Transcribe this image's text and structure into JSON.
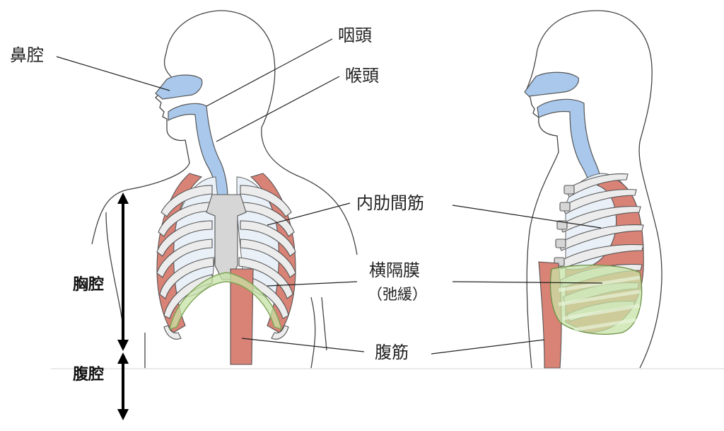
{
  "labels": {
    "nasal_cavity": "鼻腔",
    "pharynx": "咽頭",
    "larynx": "喉頭",
    "intercostal": "内肋間筋",
    "diaphragm": "横隔膜",
    "diaphragm_state": "（弛緩）",
    "abdominal_muscle": "腹筋",
    "thoracic_cavity": "胸腔",
    "abdominal_cavity": "腹腔"
  },
  "colors": {
    "airway": "#a9c8ec",
    "muscle": "#d98276",
    "diaphragm": "#c7e3a6",
    "lung": "#e9f0f8",
    "bone": "#d6d6d6"
  }
}
